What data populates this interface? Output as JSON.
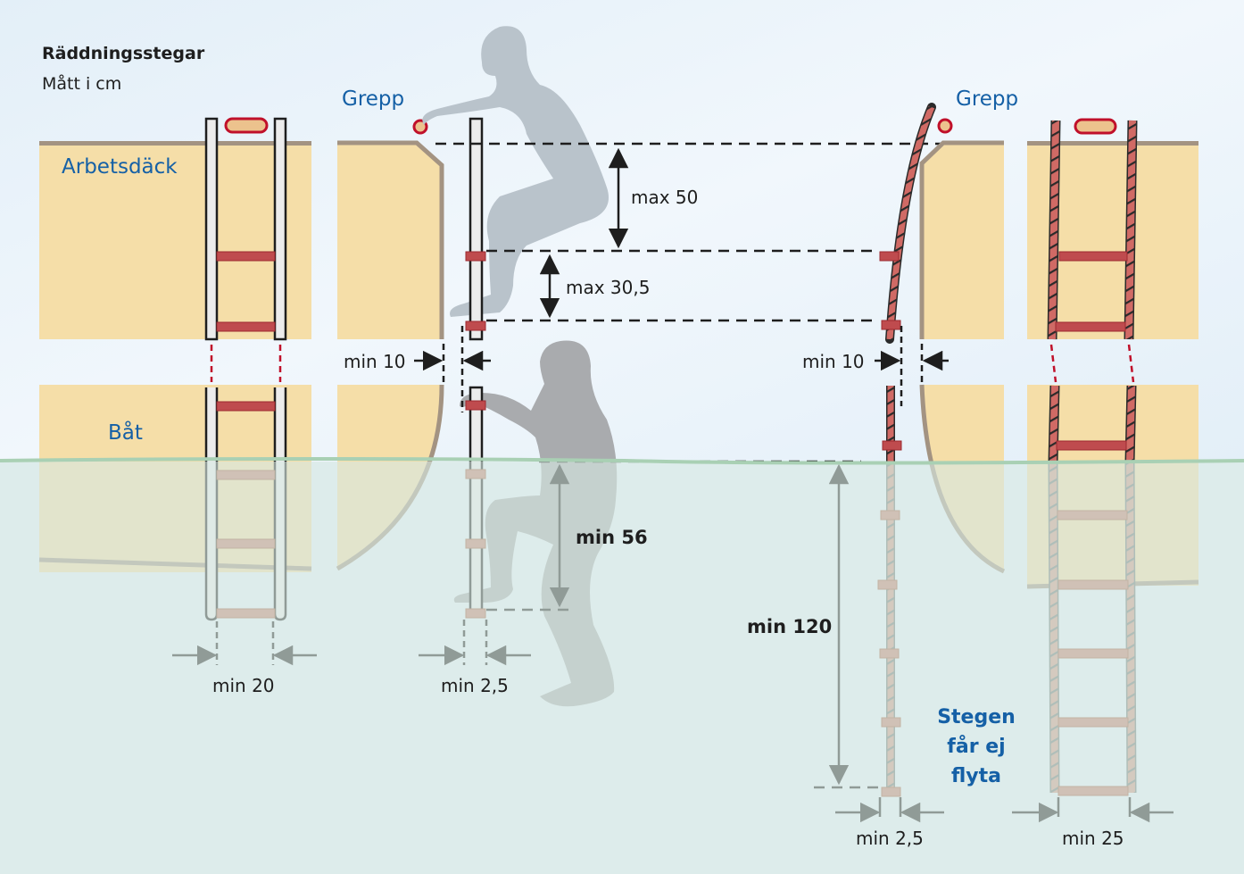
{
  "title": "Räddningsstegar",
  "subtitle": "Mått i cm",
  "labels": {
    "deck": "Arbetsdäck",
    "boat": "Båt",
    "grip_left": "Grepp",
    "grip_right": "Grepp",
    "no_float": [
      "Stegen",
      "får ej",
      "flyta"
    ]
  },
  "dimensions": {
    "max_top": "max 50",
    "max_step": "max 30,5",
    "min_clear_left": "min 10",
    "min_clear_right": "min 10",
    "min_submerged_step": "min 56",
    "min_submerged_rope": "min 120",
    "min_width_rigid": "min 20",
    "min_step_depth_rigid": "min 2,5",
    "min_step_depth_rope": "min 2,5",
    "min_width_rope": "min 25"
  },
  "colors": {
    "sky": "#e6f1f9",
    "water": "#dbeae6",
    "waterline": "#a9d0b4",
    "hull": "#f5dea8",
    "hull_edge": "#a39382",
    "rung": "#bf4b4e",
    "rung_under": "#c4826e",
    "rope": "#d06a65",
    "rope_under": "#cf9a86",
    "grip_fill": "#ecc28d",
    "grip_edge": "#c0102a",
    "person_top": "#b9c3cb",
    "person_bottom": "#a9abae",
    "label_blue": "#1560a6"
  }
}
